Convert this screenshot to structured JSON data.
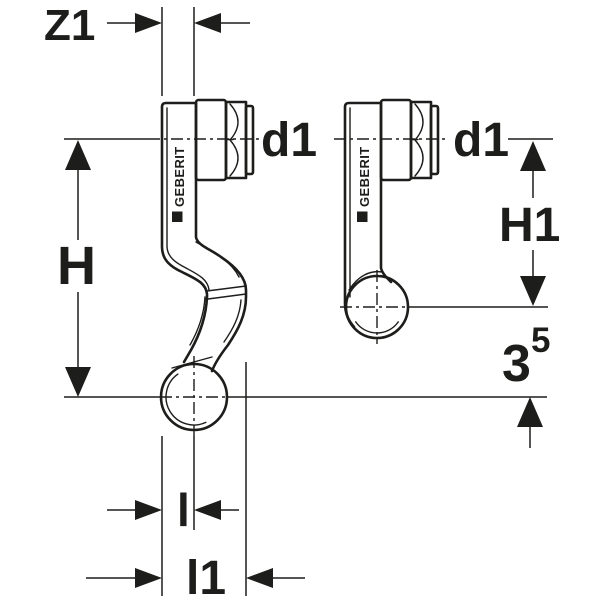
{
  "brand": {
    "logo_text": "GEBERIT"
  },
  "dimension_labels": {
    "z1": "Z1",
    "d1_left": "d1",
    "d1_right": "d1",
    "h": "H",
    "h1": "H1",
    "offset_base": "3",
    "offset_superscript": "5",
    "l": "l",
    "l1": "l1"
  },
  "colors": {
    "line": "#1d1d1b",
    "background": "#ffffff"
  }
}
